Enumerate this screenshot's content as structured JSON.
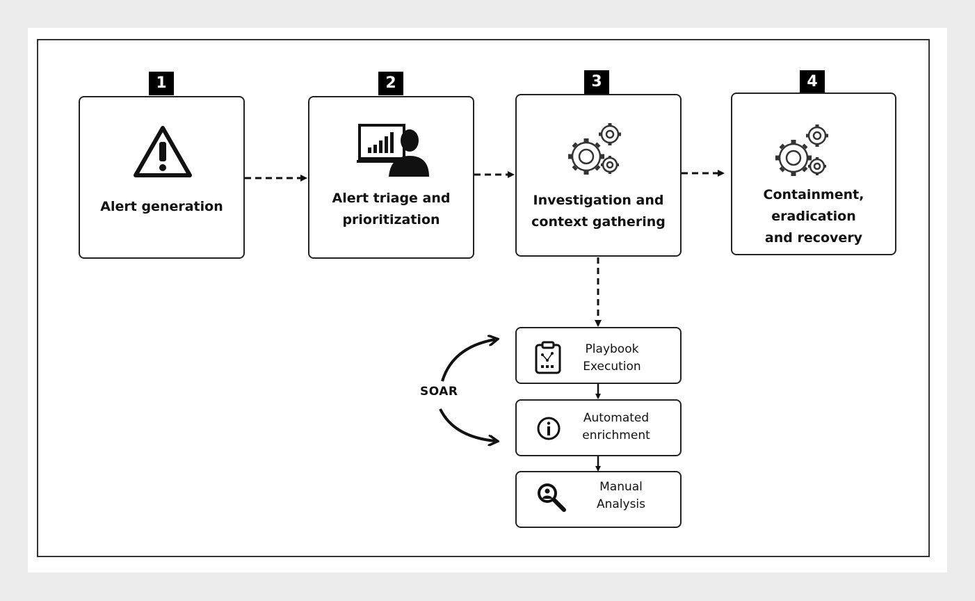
{
  "steps": [
    {
      "number": "1",
      "label": "Alert generation",
      "icon": "warning-triangle-icon"
    },
    {
      "number": "2",
      "label": "Alert triage and\nprioritization",
      "icon": "analyst-monitor-icon"
    },
    {
      "number": "3",
      "label": "Investigation and\ncontext gathering",
      "icon": "gears-icon"
    },
    {
      "number": "4",
      "label": "Containment,\neradication\nand  recovery",
      "icon": "gears-icon"
    }
  ],
  "soar": {
    "label": "SOAR",
    "items": [
      {
        "label": "Playbook\nExecution",
        "icon": "playbook-clipboard-icon"
      },
      {
        "label": "Automated\nenrichment",
        "icon": "info-circle-icon"
      },
      {
        "label": "Manual\nAnalysis",
        "icon": "magnifier-person-icon"
      }
    ]
  },
  "colors": {
    "line": "#111111",
    "badge": "#000000",
    "background": "#ececec"
  }
}
